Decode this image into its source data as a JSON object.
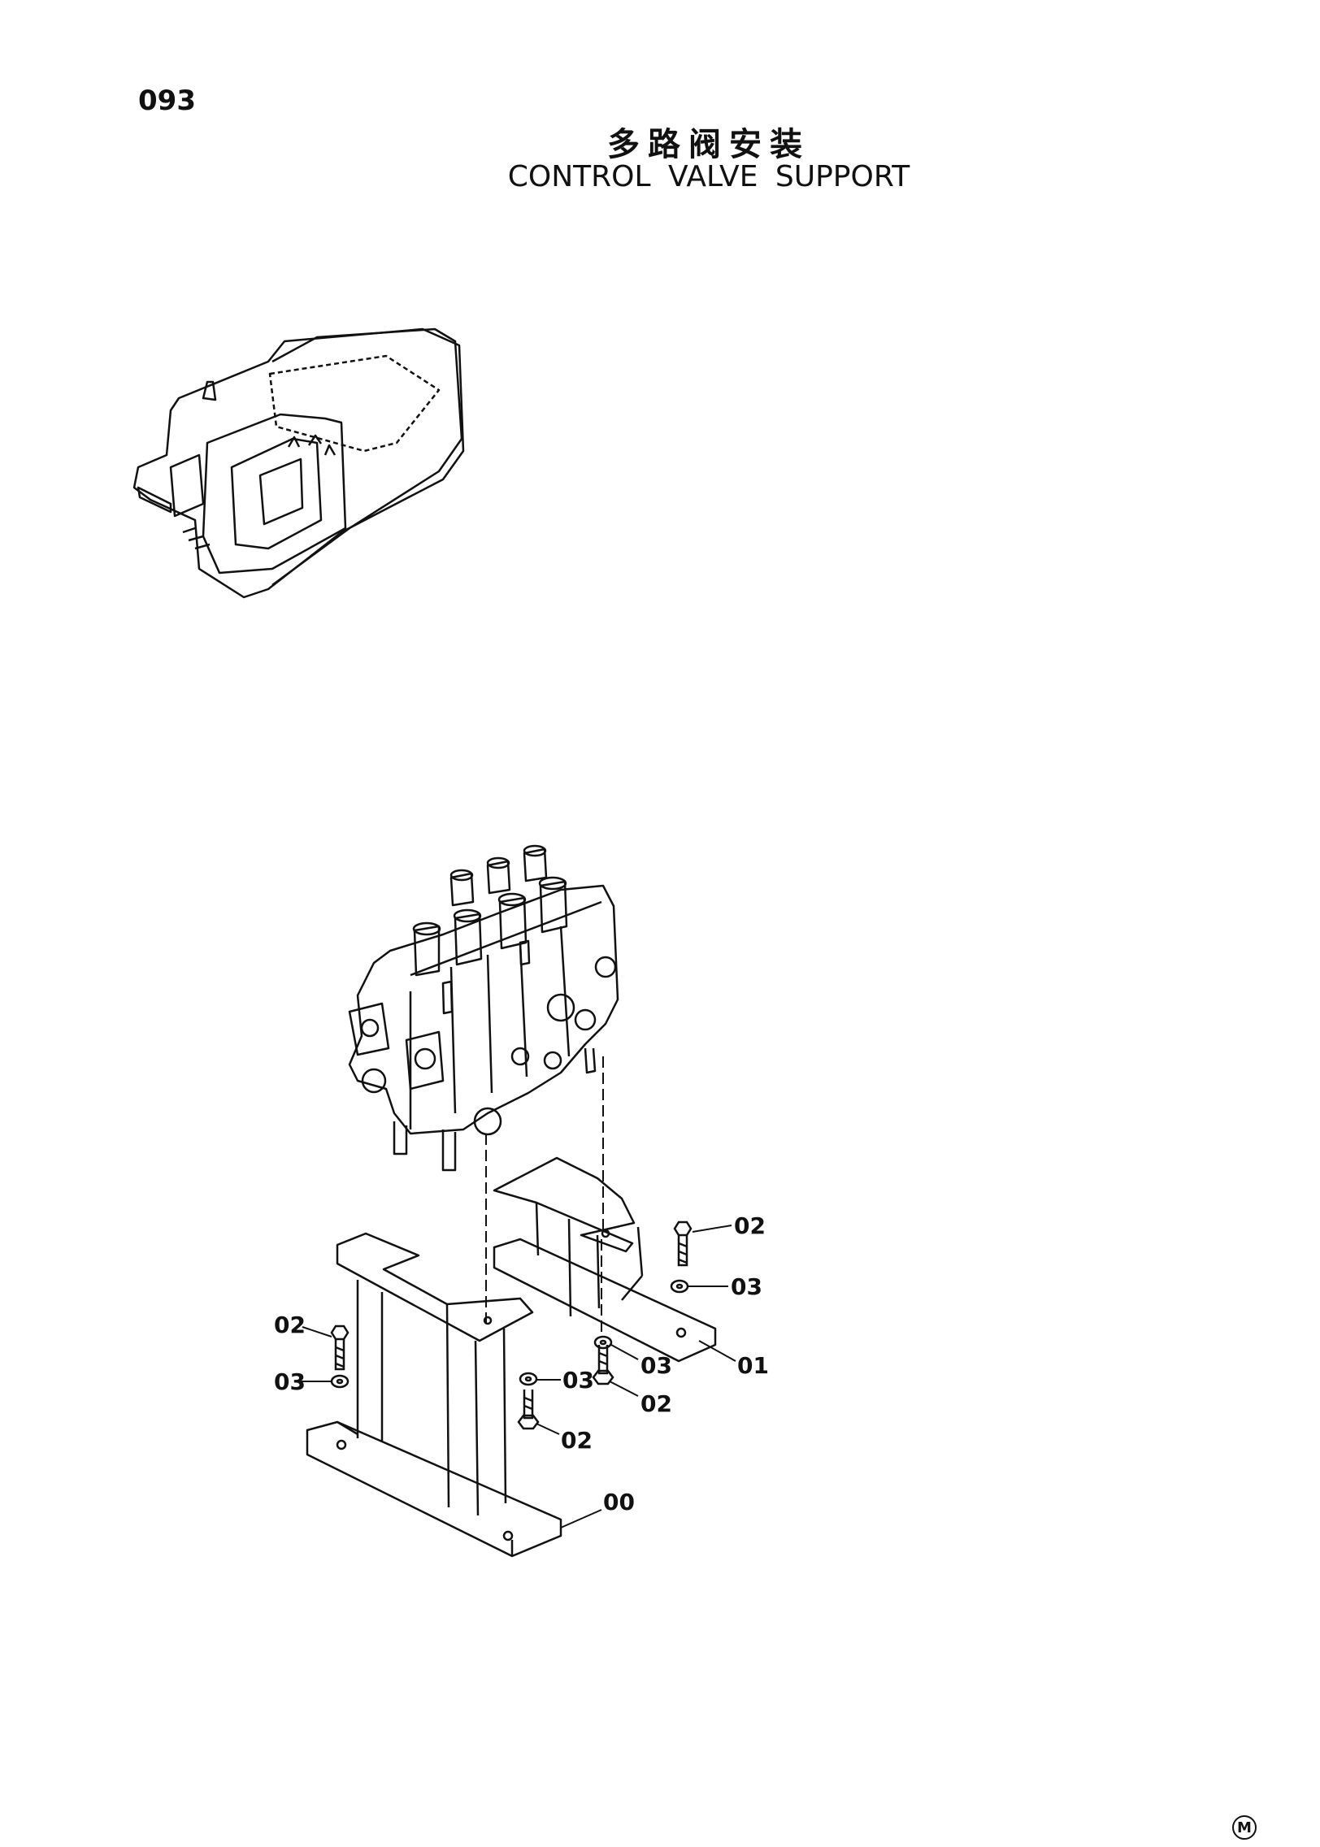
{
  "header": {
    "page_number": "093",
    "title_cn": "多路阀安装",
    "title_en": "CONTROL VALVE SUPPORT"
  },
  "callouts": {
    "c00": "00",
    "c01": "01",
    "c02_a": "02",
    "c02_b": "02",
    "c02_c": "02",
    "c02_d": "02",
    "c03_a": "03",
    "c03_b": "03",
    "c03_c": "03",
    "c03_d": "03"
  },
  "footer": {
    "mark": "M"
  },
  "colors": {
    "ink": "#111111",
    "paper": "#ffffff"
  }
}
